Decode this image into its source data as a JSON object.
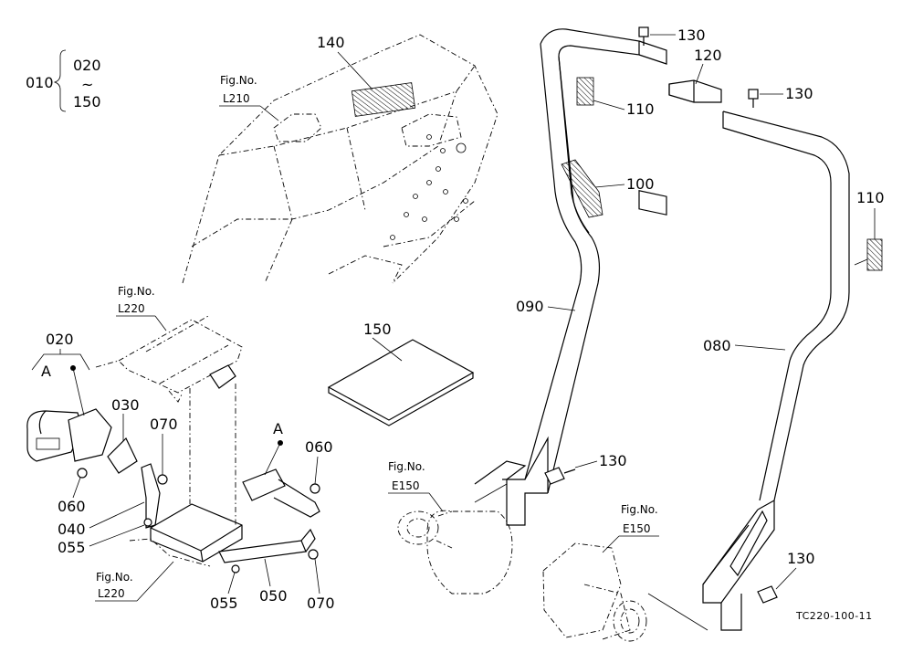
{
  "diagram": {
    "group_range": {
      "main": "010",
      "from": "020",
      "tilde": "~",
      "to": "150"
    },
    "fig_refs": {
      "l210": {
        "line1": "Fig.No.",
        "line2": "L210"
      },
      "l220_top": {
        "line1": "Fig.No.",
        "line2": "L220"
      },
      "l220_bottom": {
        "line1": "Fig.No.",
        "line2": "L220"
      },
      "e150_left": {
        "line1": "Fig.No.",
        "line2": "E150"
      },
      "e150_right": {
        "line1": "Fig.No.",
        "line2": "E150"
      }
    },
    "parts": {
      "p140": "140",
      "p130_a": "130",
      "p120": "120",
      "p130_b": "130",
      "p110_a": "110",
      "p110_b": "110",
      "p100": "100",
      "p090": "090",
      "p080": "080",
      "p150": "150",
      "p130_c": "130",
      "p130_d": "130",
      "p020": "020",
      "p030": "030",
      "p070_a": "070",
      "p060_a": "060",
      "p040": "040",
      "p055_a": "055",
      "p060_b": "060",
      "p055_b": "055",
      "p050": "050",
      "p070_b": "070"
    },
    "callout_a_top": "A",
    "callout_a_left": "A",
    "drawing_code": "TC220-100-11"
  }
}
